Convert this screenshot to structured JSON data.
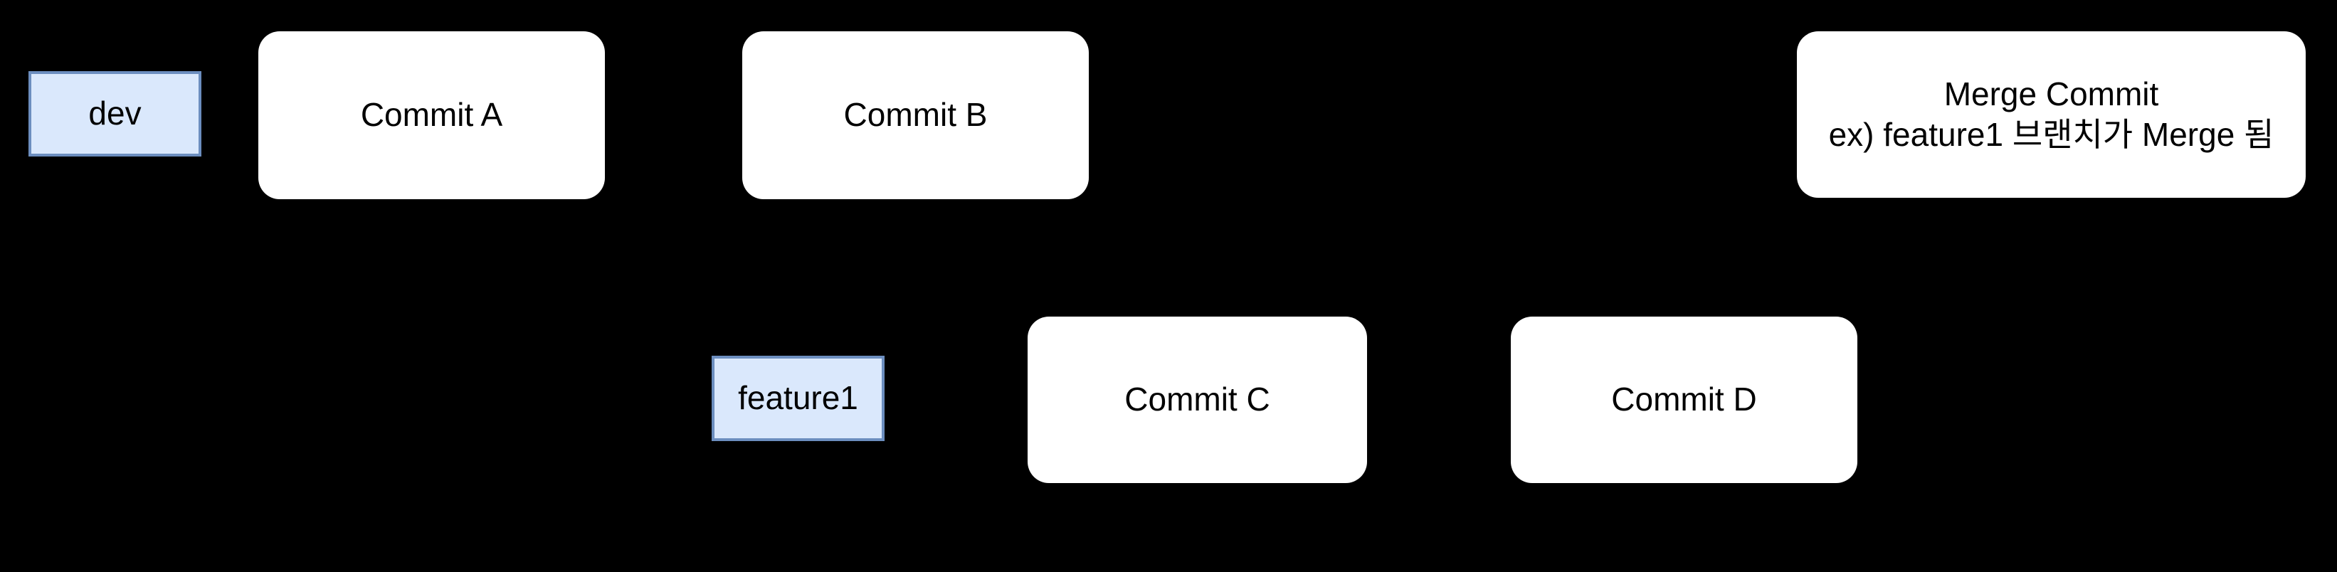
{
  "diagram": {
    "type": "git-branch-diagram",
    "background_color": "#000000",
    "nodes": {
      "dev_label": {
        "text": "dev",
        "fill": "#DAE8FC",
        "stroke": "#6C8EBF"
      },
      "commit_a": {
        "text": "Commit A",
        "fill": "#FFFFFF"
      },
      "commit_b": {
        "text": "Commit B",
        "fill": "#FFFFFF"
      },
      "merge_commit": {
        "text": "Merge Commit\nex) feature1 브랜치가 Merge 됨",
        "fill": "#FFFFFF"
      },
      "feature1_label": {
        "text": "feature1",
        "fill": "#DAE8FC",
        "stroke": "#6C8EBF"
      },
      "commit_c": {
        "text": "Commit C",
        "fill": "#FFFFFF"
      },
      "commit_d": {
        "text": "Commit D",
        "fill": "#FFFFFF"
      }
    }
  }
}
